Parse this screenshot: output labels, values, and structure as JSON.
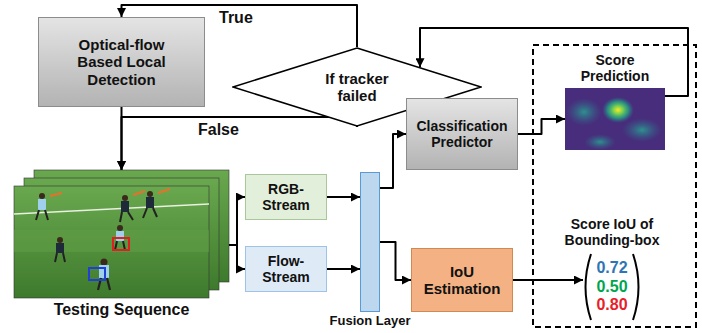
{
  "diagram": {
    "nodes": [
      {
        "text": [
          "Optical-flow Based Local Detection"
        ]
      },
      {
        "text": [
          "If tracker failed"
        ]
      },
      {
        "text": [
          "Testing Sequence"
        ]
      },
      {
        "text": [
          "RGB-Stream"
        ]
      },
      {
        "text": [
          "Flow-Stream"
        ]
      },
      {
        "text": [
          "Fusion Layer"
        ]
      },
      {
        "text": [
          "Classification Predictor"
        ]
      },
      {
        "text": [
          "IoU Estimation"
        ]
      },
      {
        "text": [
          "Score Prediction"
        ]
      },
      {
        "text": [
          "Score IoU of Bounding-box",
          "0.72",
          "0.50",
          "0.80"
        ]
      }
    ],
    "edges": [
      {
        "from": 1,
        "to": 0,
        "label": "True",
        "arrow": "to"
      },
      {
        "from": 8,
        "to": 1,
        "arrow": "to"
      },
      {
        "from": 0,
        "to": 2,
        "arrow": "to"
      },
      {
        "from": 1,
        "to": 2,
        "label": "False",
        "arrow": "to"
      },
      {
        "from": 2,
        "to": 3,
        "arrow": "to"
      },
      {
        "from": 2,
        "to": 4,
        "arrow": "to"
      },
      {
        "from": 3,
        "to": 5,
        "arrow": "to"
      },
      {
        "from": 4,
        "to": 5,
        "arrow": "to"
      },
      {
        "from": 5,
        "to": 6,
        "arrow": "to"
      },
      {
        "from": 5,
        "to": 7,
        "arrow": "to"
      },
      {
        "from": 6,
        "to": 8,
        "arrow": "to"
      },
      {
        "from": 7,
        "to": 9,
        "arrow": "to"
      }
    ]
  }
}
